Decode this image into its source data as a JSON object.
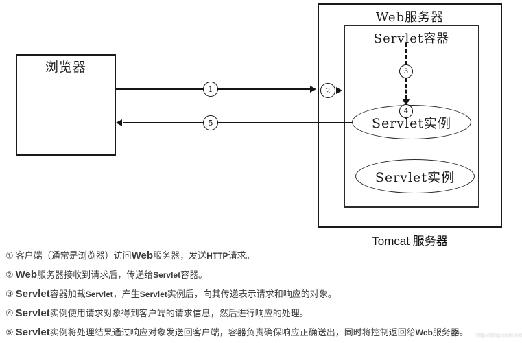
{
  "diagram": {
    "browser_label": "浏览器",
    "web_server_label": "Web服务器",
    "servlet_container_label": "Servlet容器",
    "servlet_instance1_label": "Servlet实例",
    "servlet_instance2_label": "Servlet实例",
    "tomcat_label": "Tomcat 服务器",
    "steps": [
      "1",
      "2",
      "3",
      "4",
      "5"
    ],
    "line_color": "#141414",
    "background_color": "#ffffff"
  },
  "notes": [
    {
      "segments": [
        {
          "t": "①",
          "c": "num"
        },
        {
          "t": "客户端（通常是浏览器）访问",
          "c": "zh"
        },
        {
          "t": "Web",
          "c": "lg"
        },
        {
          "t": "服务器，发送",
          "c": "zh"
        },
        {
          "t": "HTTP",
          "c": "sm"
        },
        {
          "t": "请求。",
          "c": "zh"
        }
      ]
    },
    {
      "segments": [
        {
          "t": "②",
          "c": "num"
        },
        {
          "t": "Web",
          "c": "lg"
        },
        {
          "t": "服务器接收到请求后，传递给",
          "c": "zh"
        },
        {
          "t": "Servlet",
          "c": "sm"
        },
        {
          "t": "容器。",
          "c": "zh"
        }
      ]
    },
    {
      "segments": [
        {
          "t": "③",
          "c": "num"
        },
        {
          "t": "Servlet",
          "c": "lg"
        },
        {
          "t": "容器加载",
          "c": "zh"
        },
        {
          "t": "Servlet",
          "c": "sm"
        },
        {
          "t": "，产生",
          "c": "zh"
        },
        {
          "t": "Servlet",
          "c": "sm"
        },
        {
          "t": "实例后，向其传递表示请求和响应的对象。",
          "c": "zh"
        }
      ]
    },
    {
      "segments": [
        {
          "t": "④",
          "c": "num"
        },
        {
          "t": "Servlet",
          "c": "lg"
        },
        {
          "t": "实例使用请求对象得到客户端的请求信息，然后进行响应的处理。",
          "c": "zh"
        }
      ]
    },
    {
      "segments": [
        {
          "t": "⑤",
          "c": "num"
        },
        {
          "t": "Servlet",
          "c": "lg"
        },
        {
          "t": "实例将处理结果通过响应对象发送回客户端，容器负责确保响应正确送出，同时将控制返回给",
          "c": "zh"
        },
        {
          "t": "Web",
          "c": "sm"
        },
        {
          "t": "服务器。",
          "c": "zh"
        }
      ]
    }
  ],
  "watermark": {
    "text": "http://blog.csdn.net"
  }
}
